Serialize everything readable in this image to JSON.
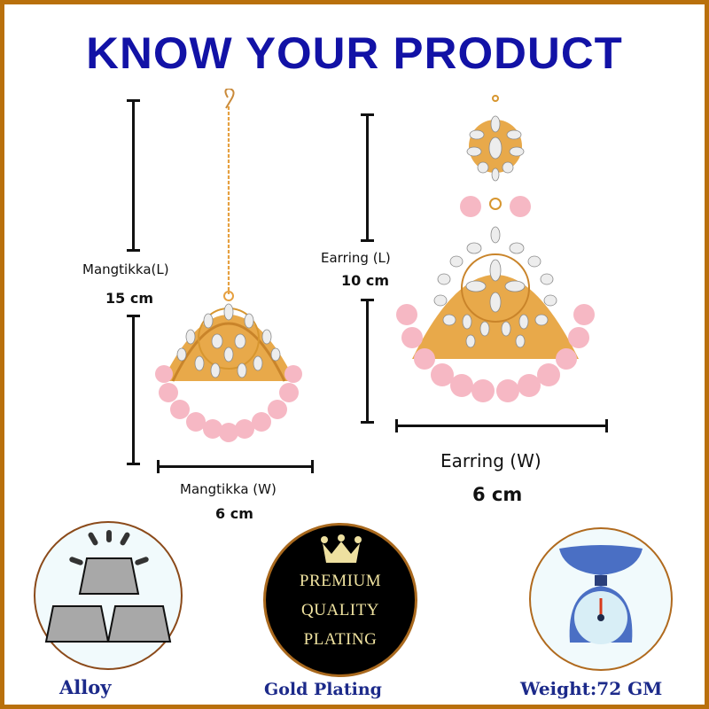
{
  "header": {
    "title": "KNOW YOUR PRODUCT"
  },
  "mangtikka": {
    "length_label": "Mangtikka(L)",
    "length_value": "15 cm",
    "width_label": "Mangtikka (W)",
    "width_value": "6 cm"
  },
  "earring": {
    "length_label": "Earring (L)",
    "length_value": "10 cm",
    "width_label": "Earring (W)",
    "width_value": "6 cm"
  },
  "features": [
    {
      "icon": "alloy-bars-icon",
      "caption": "Alloy"
    },
    {
      "icon": "premium-crown-badge-icon",
      "caption": "Gold Plating",
      "badge_lines": [
        "PREMIUM",
        "QUALITY",
        "PLATING"
      ]
    },
    {
      "icon": "weighing-scale-icon",
      "caption": "Weight:72 GM"
    }
  ],
  "colors": {
    "border": "#B9700C",
    "title": "#1212A6",
    "caption": "#1C2A8A",
    "bead_pink": "#F6B8C4",
    "gold": "#E0A23C"
  }
}
